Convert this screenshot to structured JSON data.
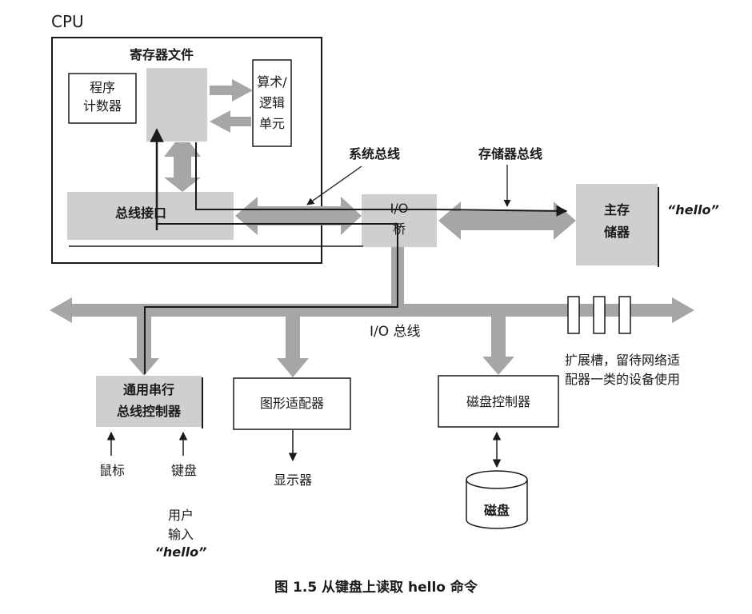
{
  "cpu": {
    "title": "CPU",
    "register_file": "寄存器文件",
    "pc": [
      "程序",
      "计数器"
    ],
    "alu": [
      "算术/",
      "逻辑",
      "单元"
    ],
    "bus_interface": "总线接口"
  },
  "buses": {
    "system_bus": "系统总线",
    "memory_bus": "存储器总线",
    "io_bus": "I/O 总线"
  },
  "io_bridge": [
    "I/O",
    "桥"
  ],
  "main_memory": {
    "label": [
      "主存",
      "储器"
    ],
    "content": "“hello”"
  },
  "expansion": [
    "扩展槽，留待网络适",
    "配器一类的设备使用"
  ],
  "usb_controller": [
    "通用串行",
    "总线控制器"
  ],
  "graphics_adapter": "图形适配器",
  "disk_controller": "磁盘控制器",
  "mouse": "鼠标",
  "keyboard": "键盘",
  "display": "显示器",
  "disk": "磁盘",
  "user_input": [
    "用户",
    "输入",
    "“hello”"
  ],
  "caption": "图 1.5   从键盘上读取 hello 命令",
  "colors": {
    "bus": "#a6a6a6",
    "component": "#cfcfcf",
    "line": "#1a1a1a",
    "background": "#ffffff"
  }
}
